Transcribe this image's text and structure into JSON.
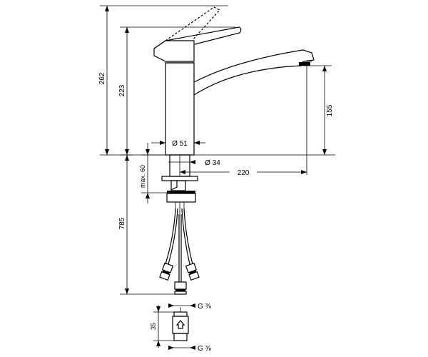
{
  "dimensions": {
    "total_height": "262",
    "spout_height": "223",
    "outlet_height": "155",
    "reach": "220",
    "body_diameter": "Ø 51",
    "shank_diameter": "Ø 34",
    "max_deck": "max. 60",
    "hose_length": "785",
    "connector_length": "35",
    "thread_top": "G ⅜",
    "thread_bottom": "G ⅜"
  },
  "colors": {
    "line": "#000000",
    "background": "#ffffff"
  }
}
